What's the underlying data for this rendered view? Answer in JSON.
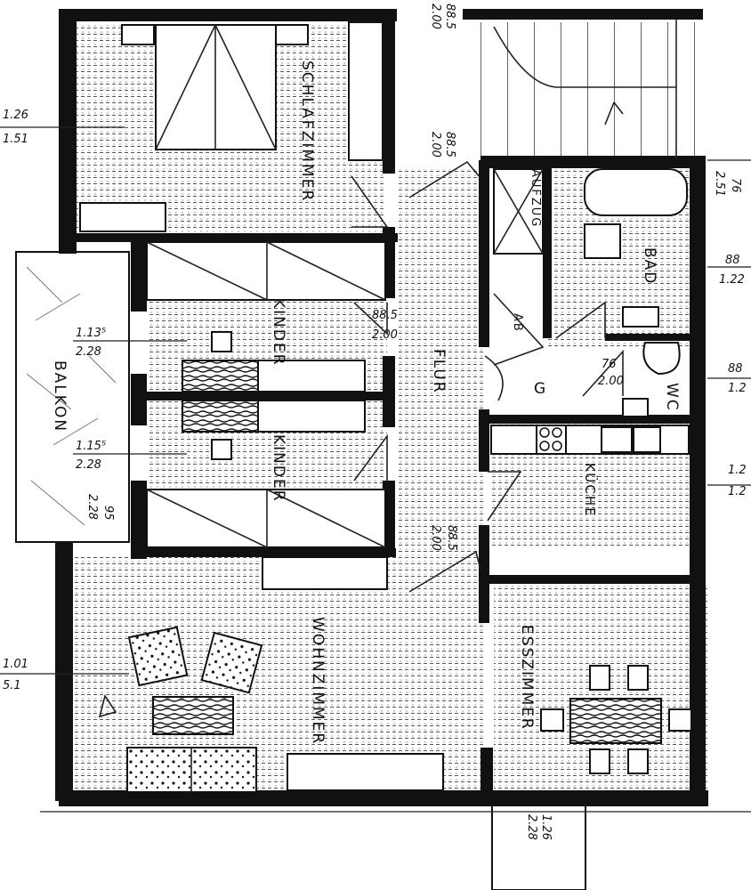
{
  "rooms": {
    "schlafzimmer": "SCHLAFZIMMER",
    "kinder1": "KINDER",
    "kinder2": "KINDER",
    "balkon": "BALKON",
    "flur": "FLUR",
    "aufzug": "AUFZUG",
    "bad": "BAD",
    "ab": "AB",
    "wc": "WC",
    "kueche": "KÜCHE",
    "wohnzimmer": "WOHNZIMMER",
    "esszimmer": "ESSZIMMER",
    "g": "G"
  },
  "dimensions": {
    "d_126": "1.26",
    "d_151": "1.51",
    "d_1135": "1.13⁵",
    "d_228a": "2.28",
    "d_1155": "1.15⁵",
    "d_228b": "2.28",
    "d_95": "95",
    "d_228c": "2.28",
    "d_101": "1.01",
    "d_51": "5.1",
    "d_885_top": "88.5",
    "d_200_top": "2.00",
    "d_885_a": "88.5",
    "d_200_a": "2.00",
    "d_885_b": "88.5",
    "d_200_b": "2.00",
    "d_885_c": "88.5",
    "d_200_c": "2.00",
    "d_76": "76",
    "d_200_wc": "2.00",
    "d_76_r": "76",
    "d_251": "2.51",
    "d_88_r": "88",
    "d_122": "1.22",
    "d_88_r2": "88",
    "d_12_r": "1.2",
    "d_12_r2": "1.2",
    "d_12_r3": "1.2",
    "d_126_b": "1.26",
    "d_228_bot": "2.28"
  }
}
